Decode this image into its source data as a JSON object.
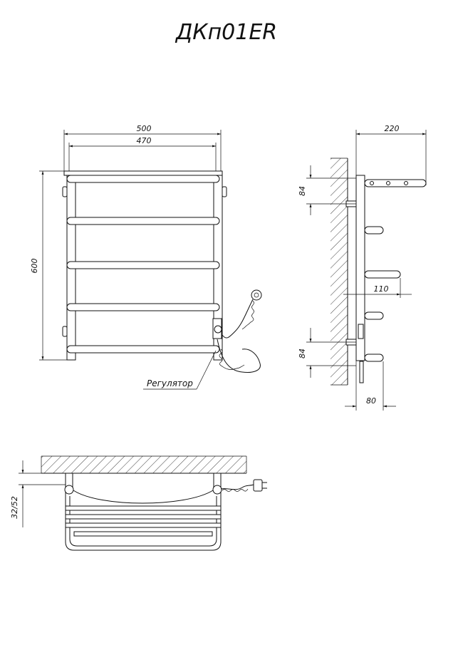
{
  "title": "ДКп01ER",
  "dimensions": {
    "width_outer": "500",
    "width_inner": "470",
    "height": "600",
    "depth": "220",
    "mount_top": "84",
    "mount_bottom": "84",
    "offset": "110",
    "bottom_offset": "80",
    "wall_gap": "32/52"
  },
  "labels": {
    "regulator": "Регулятор"
  }
}
